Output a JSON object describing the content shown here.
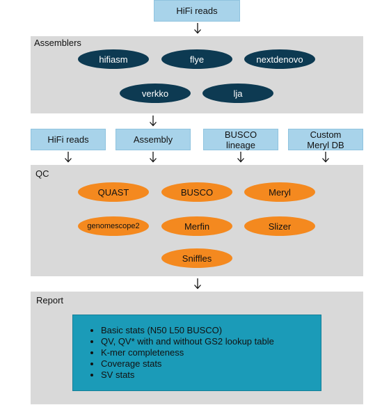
{
  "top_input": "HiFi reads",
  "assemblers": {
    "label": "Assemblers",
    "tools": [
      "hifiasm",
      "flye",
      "nextdenovo",
      "verkko",
      "lja"
    ]
  },
  "inputs": [
    "HiFi reads",
    "Assembly",
    "BUSCO\nlineage",
    "Custom\nMeryl DB"
  ],
  "qc": {
    "label": "QC",
    "tools": [
      "QUAST",
      "BUSCO",
      "Meryl",
      "genomescope2",
      "Merfin",
      "Slizer",
      "Sniffles"
    ]
  },
  "report": {
    "label": "Report",
    "items": [
      "Basic stats (N50 L50 BUSCO)",
      "QV, QV* with and without GS2 lookup table",
      "K-mer completeness",
      "Coverage stats",
      "SV stats"
    ]
  },
  "colors": {
    "input_box": "#a8d3ea",
    "panel": "#d9d9d9",
    "assembler_pill": "#0d3a52",
    "qc_pill": "#f4891f",
    "report_box": "#1b9bb8"
  }
}
